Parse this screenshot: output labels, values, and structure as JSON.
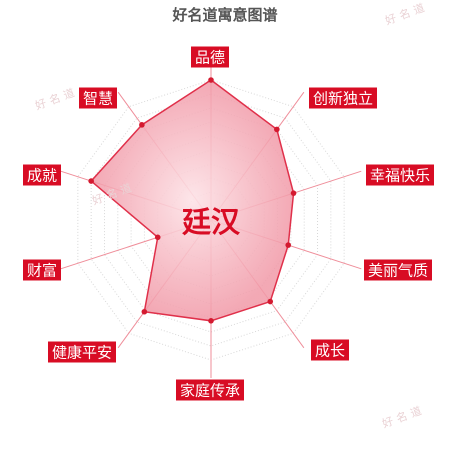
{
  "title": "好名道寓意图谱",
  "watermark": "好名道",
  "colors": {
    "label_bg": "#d80c24",
    "label_text": "#ffffff",
    "area_fill": "#f19aa8",
    "area_stroke": "#e0304a",
    "point": "#d41a30",
    "center_text": "#d80c24",
    "spoke": "#ef8e9a",
    "grid": "#d8d8d8"
  },
  "chart_data": {
    "type": "radar",
    "title": "好名道寓意图谱",
    "center_label": "廷汉",
    "axes": [
      "品德",
      "创新独立",
      "幸福快乐",
      "美丽气质",
      "成长",
      "家庭传承",
      "健康平安",
      "财富",
      "成就",
      "智慧"
    ],
    "values": [
      100,
      80,
      62,
      58,
      72,
      72,
      81,
      40,
      90,
      84
    ],
    "range": [
      0,
      100
    ],
    "grid": true,
    "legend": "none"
  }
}
